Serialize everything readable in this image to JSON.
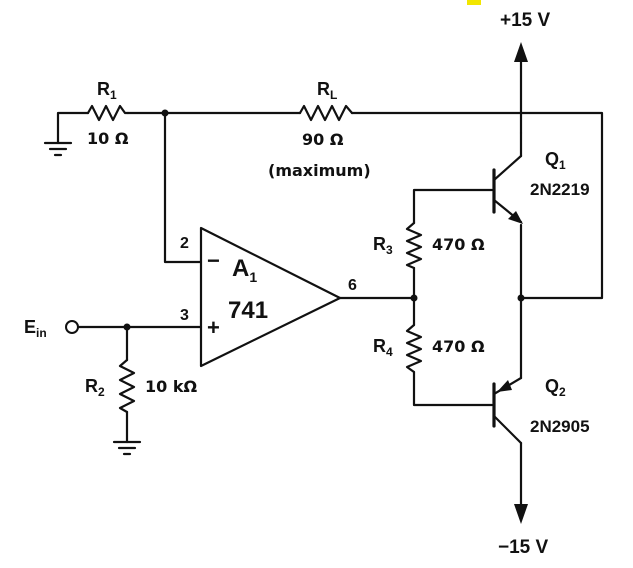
{
  "supply": {
    "positive": "+15 V",
    "negative": "−15 V"
  },
  "r1": {
    "name": "R",
    "sub": "1",
    "value": "10 Ω"
  },
  "rl": {
    "name": "R",
    "sub": "L",
    "value": "90 Ω",
    "note": "(maximum)"
  },
  "r2": {
    "name": "R",
    "sub": "2",
    "value": "10 kΩ"
  },
  "r3": {
    "name": "R",
    "sub": "3",
    "value": "470 Ω"
  },
  "r4": {
    "name": "R",
    "sub": "4",
    "value": "470 Ω"
  },
  "q1": {
    "name": "Q",
    "sub": "1",
    "part": "2N2219"
  },
  "q2": {
    "name": "Q",
    "sub": "2",
    "part": "2N2905"
  },
  "opamp": {
    "name": "A",
    "sub": "1",
    "part": "741",
    "minus_sign": "−",
    "plus_sign": "+",
    "pin_inv": "2",
    "pin_noninv": "3",
    "pin_out": "6"
  },
  "input": {
    "name": "E",
    "sub": "in"
  },
  "colors": {
    "ink": "#111111",
    "background": "#ffffff",
    "corner_mark": "#f2e600"
  }
}
